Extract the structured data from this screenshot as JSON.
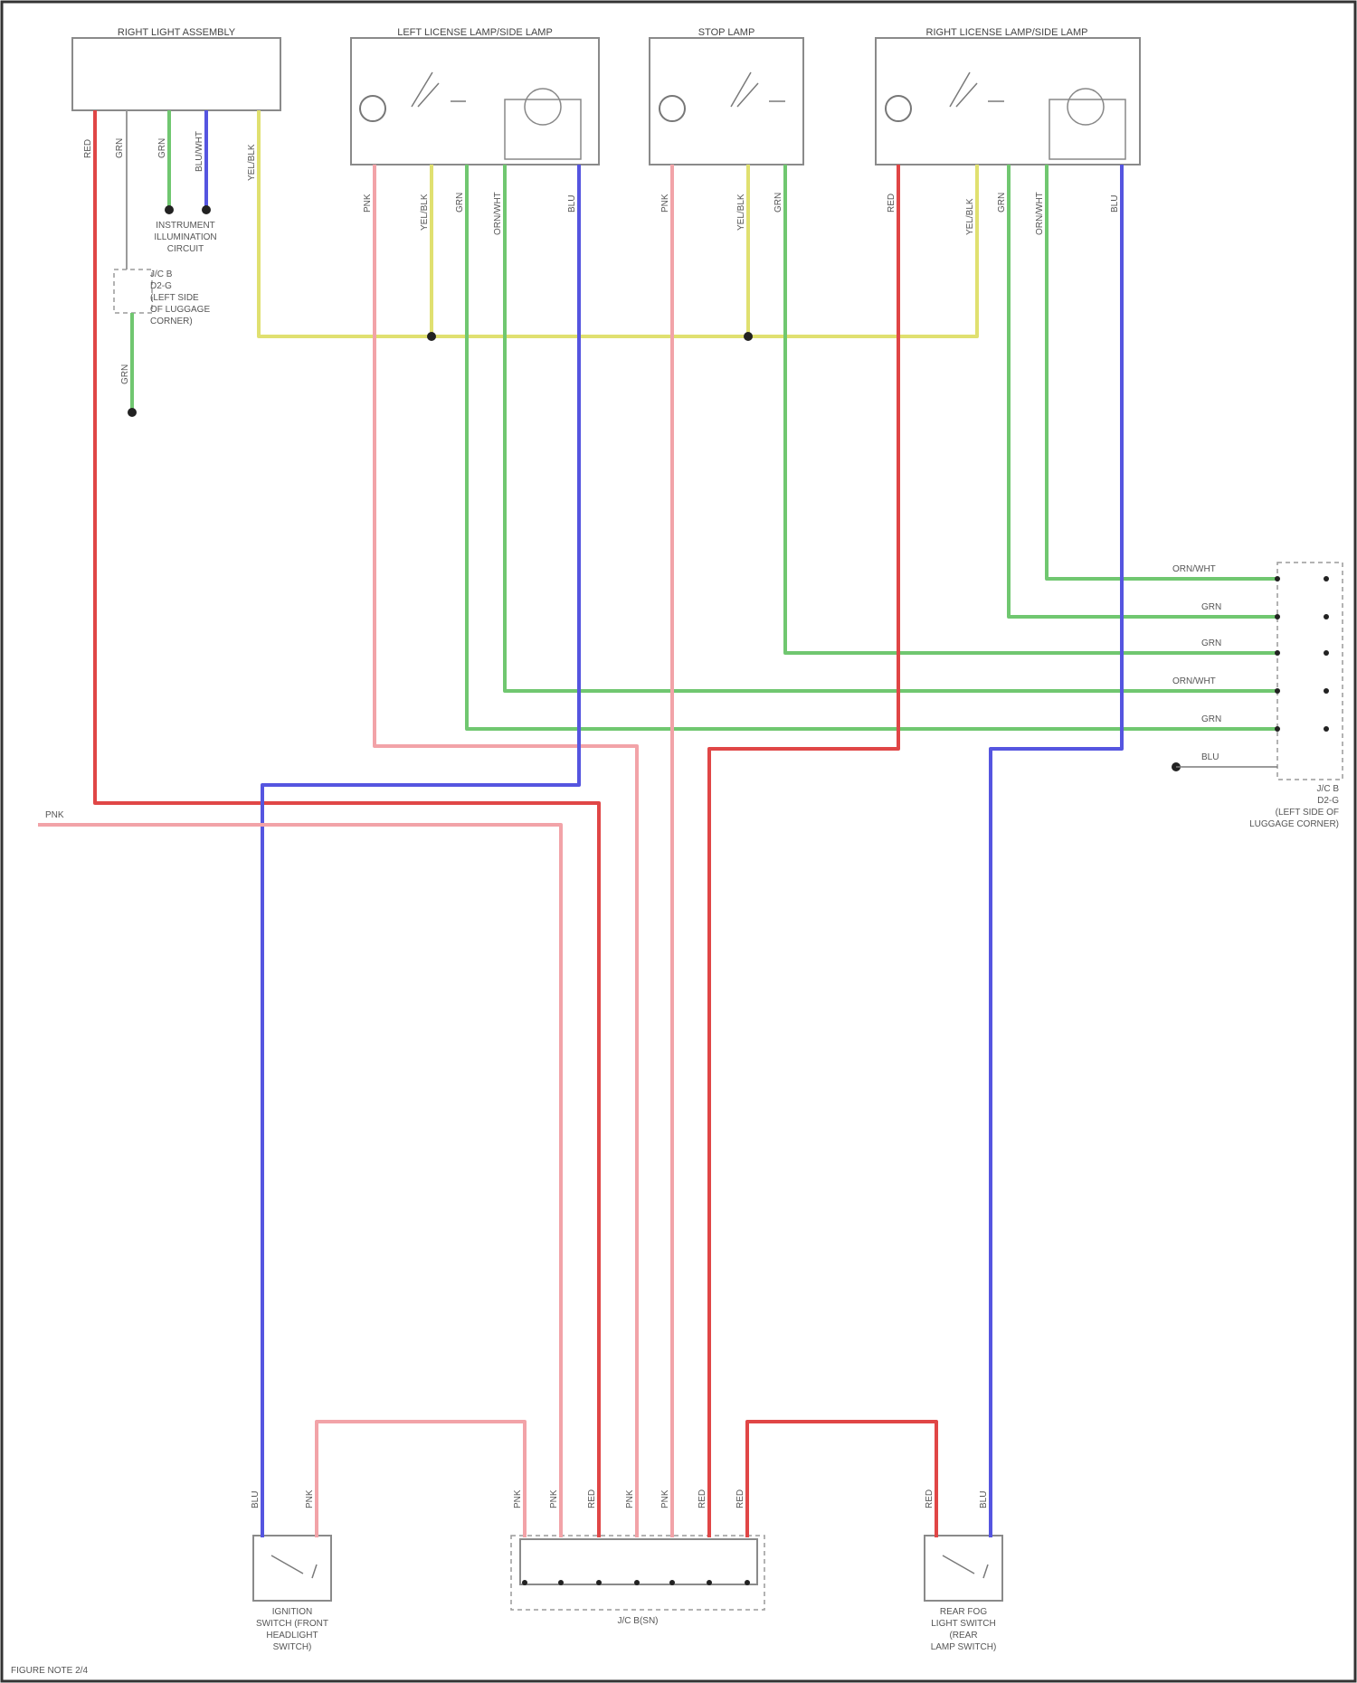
{
  "components": {
    "left_unit": {
      "title": "RIGHT LIGHT ASSEMBLY"
    },
    "left_lamp": {
      "title": "LEFT LICENSE LAMP/SIDE LAMP"
    },
    "center_lamp": {
      "title": "STOP LAMP"
    },
    "right_lamp": {
      "title": "RIGHT LICENSE LAMP/SIDE LAMP"
    }
  },
  "notes": {
    "illum": [
      "INSTRUMENT",
      "ILLUMINATION",
      "CIRCUIT"
    ],
    "splice": [
      "J/C B",
      "D2-G",
      "(LEFT SIDE",
      "OF LUGGAGE",
      "CORNER)"
    ],
    "right_conn": [
      "J/C B",
      "D2-G",
      "(LEFT SIDE OF",
      "LUGGAGE CORNER)"
    ],
    "bottom_center": "J/C B(SN)",
    "bottom_left": [
      "IGNITION",
      "SWITCH (FRONT",
      "HEADLIGHT",
      "SWITCH)"
    ],
    "bottom_right": [
      "REAR FOG",
      "LIGHT SWITCH",
      "(REAR",
      "LAMP SWITCH)"
    ],
    "footer": "FIGURE NOTE 2/4"
  },
  "wire_colors": {
    "red": "#e04646",
    "pink": "#f2a3a8",
    "green": "#70c770",
    "blue": "#5555e0",
    "yellow": "#e0e070"
  },
  "wire_labels": {
    "l1": "RED",
    "l2": "GRN",
    "l3": "GRN",
    "l4": "BLU/WHT",
    "l5": "YEL/BLK",
    "m1": "PNK",
    "m2": "YEL/BLK",
    "m3": "GRN",
    "m4": "ORN/WHT",
    "m5": "BLU",
    "c1": "PNK",
    "c2": "YEL/BLK",
    "c3": "GRN",
    "r1": "RED",
    "r2": "YEL/BLK",
    "r3": "GRN",
    "r4": "ORN/WHT",
    "r5": "BLU",
    "g1": "GRN",
    "g2": "GRN",
    "rc1": "ORN/WHT",
    "rc2": "GRN",
    "rc3": "GRN",
    "rc4": "ORN/WHT",
    "rc5": "GRN",
    "rc6": "BLU",
    "pk": "PNK",
    "b1": "BLU",
    "b2": "PNK",
    "b3": "PNK",
    "b4": "PNK",
    "b5": "RED",
    "b6": "PNK",
    "b7": "PNK",
    "b8": "RED",
    "b9": "RED",
    "b10": "RED",
    "b11": "BLU"
  }
}
